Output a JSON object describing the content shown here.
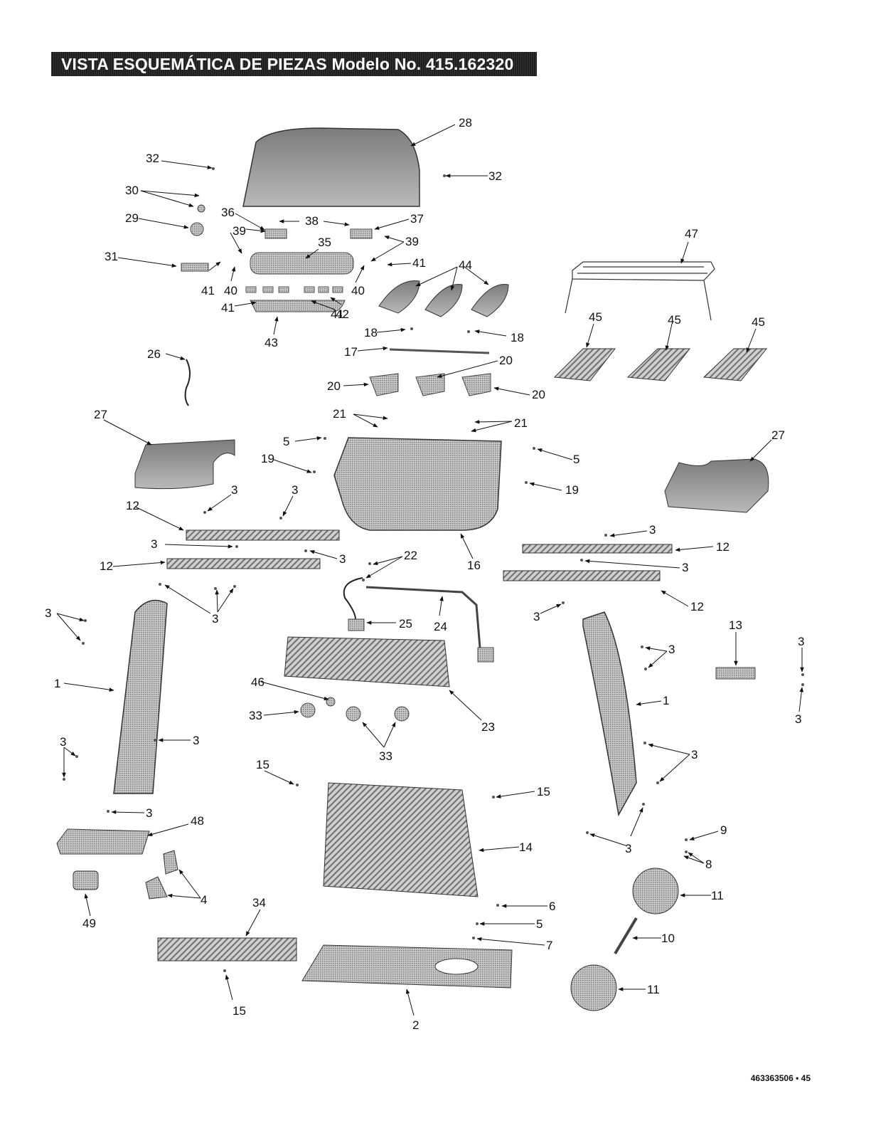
{
  "header": {
    "title": "VISTA ESQUEMÁTICA DE PIEZAS  Modelo No. 415.162320"
  },
  "footer": {
    "page_ref": "463363506 • 45"
  },
  "labels": [
    "1",
    "2",
    "3",
    "4",
    "5",
    "6",
    "7",
    "8",
    "9",
    "10",
    "11",
    "12",
    "13",
    "14",
    "15",
    "16",
    "17",
    "18",
    "19",
    "20",
    "21",
    "22",
    "23",
    "24",
    "25",
    "26",
    "27",
    "28",
    "29",
    "30",
    "31",
    "32",
    "33",
    "34",
    "35",
    "36",
    "37",
    "38",
    "39",
    "40",
    "41",
    "42",
    "43",
    "44",
    "45",
    "46",
    "47",
    "48",
    "49"
  ],
  "colors": {
    "ink": "#111111",
    "part_fill": "#9a9a9a",
    "part_dark": "#555555",
    "header_bg": "#1e1e1e"
  }
}
